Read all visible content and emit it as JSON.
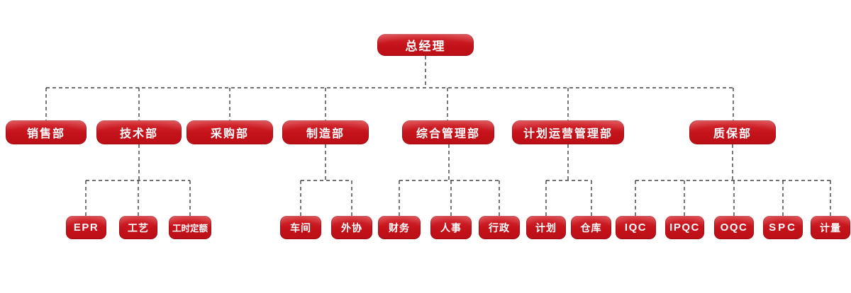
{
  "org": {
    "root": "总经理",
    "departments": [
      {
        "label": "销售部",
        "children": []
      },
      {
        "label": "技术部",
        "children": [
          "EPR",
          "工艺",
          "工时定额"
        ]
      },
      {
        "label": "采购部",
        "children": []
      },
      {
        "label": "制造部",
        "children": [
          "车间",
          "外协"
        ]
      },
      {
        "label": "综合管理部",
        "children": [
          "财务",
          "人事",
          "行政"
        ]
      },
      {
        "label": "计划运营管理部",
        "children": [
          "计划",
          "仓库"
        ]
      },
      {
        "label": "质保部",
        "children": [
          "IQC",
          "IPQC",
          "OQC",
          "SPC",
          "计量"
        ]
      }
    ]
  },
  "colors": {
    "node_red": "#C4121A",
    "node_red_light": "#D62A30",
    "node_text": "#FFFFFF",
    "connector": "#1F1F1F",
    "background": "#FFFFFF"
  }
}
